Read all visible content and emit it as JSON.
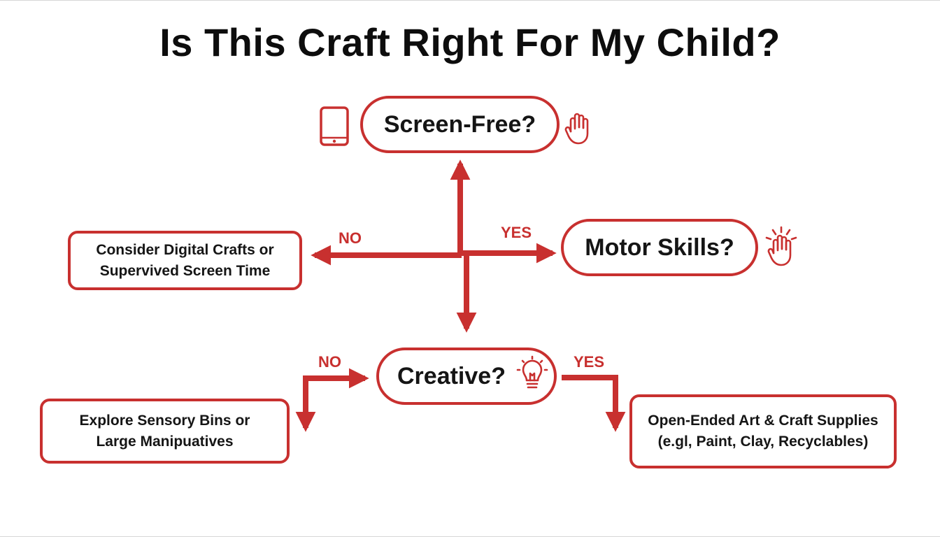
{
  "title": "Is This Craft Right For My Child?",
  "nodes": {
    "screen_free": "Screen-Free?",
    "motor_skills": "Motor Skills?",
    "creative": "Creative?",
    "digital_crafts": [
      "Consider Digital Crafts or",
      "Supervived Screen Time"
    ],
    "sensory_bins": [
      "Explore Sensory Bins or",
      "Large Manipuatives"
    ],
    "art_supplies": [
      "Open-Ended Art & Craft Supplies",
      "(e.gl, Paint, Clay, Recyclables)"
    ]
  },
  "edge_labels": {
    "screen_no": "NO",
    "screen_yes": "YES",
    "creative_no": "NO",
    "creative_yes": "YES"
  },
  "icons": {
    "screen_free_left": "tablet-icon",
    "screen_free_right": "hand-icon",
    "motor_skills": "hand-wave-icon",
    "creative": "lightbulb-icon"
  },
  "colors": {
    "accent": "#c8302f",
    "text": "#151515",
    "background": "#ffffff"
  }
}
